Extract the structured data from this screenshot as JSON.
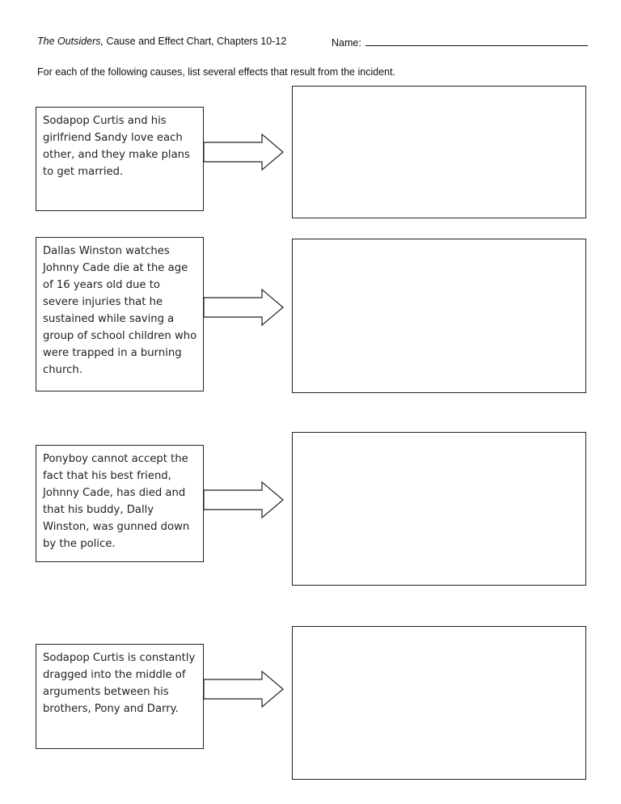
{
  "header": {
    "book_title": "The Outsiders,",
    "subtitle": " Cause and Effect Chart, Chapters 10-12",
    "name_label": "Name:"
  },
  "instructions": "For each of the following causes, list several effects that result from the incident.",
  "rows": [
    {
      "cause": "Sodapop Curtis and his girlfriend Sandy love each other, and they make plans to get married.",
      "effect": ""
    },
    {
      "cause": "Dallas Winston watches Johnny Cade die at the age of 16 years old due to severe injuries that he sustained while saving a group of school children who were trapped in a burning church.",
      "effect": ""
    },
    {
      "cause": "Ponyboy cannot accept the fact that his best friend, Johnny Cade, has died and that his buddy, Dally Winston, was gunned down by the police.",
      "effect": ""
    },
    {
      "cause": "Sodapop Curtis is constantly dragged into the middle of arguments between his brothers, Pony and Darry.",
      "effect": ""
    }
  ],
  "arrow_icon": "right-block-arrow-icon"
}
